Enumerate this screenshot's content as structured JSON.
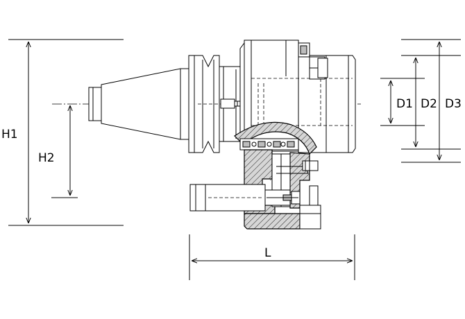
{
  "dimensions": {
    "h1": "H1",
    "h2": "H2",
    "l": "L",
    "d1": "D1",
    "d2": "D2",
    "d3": "D3"
  },
  "colors": {
    "line": "#000000",
    "hatch": "#bdbdbd",
    "background": "#ffffff"
  }
}
